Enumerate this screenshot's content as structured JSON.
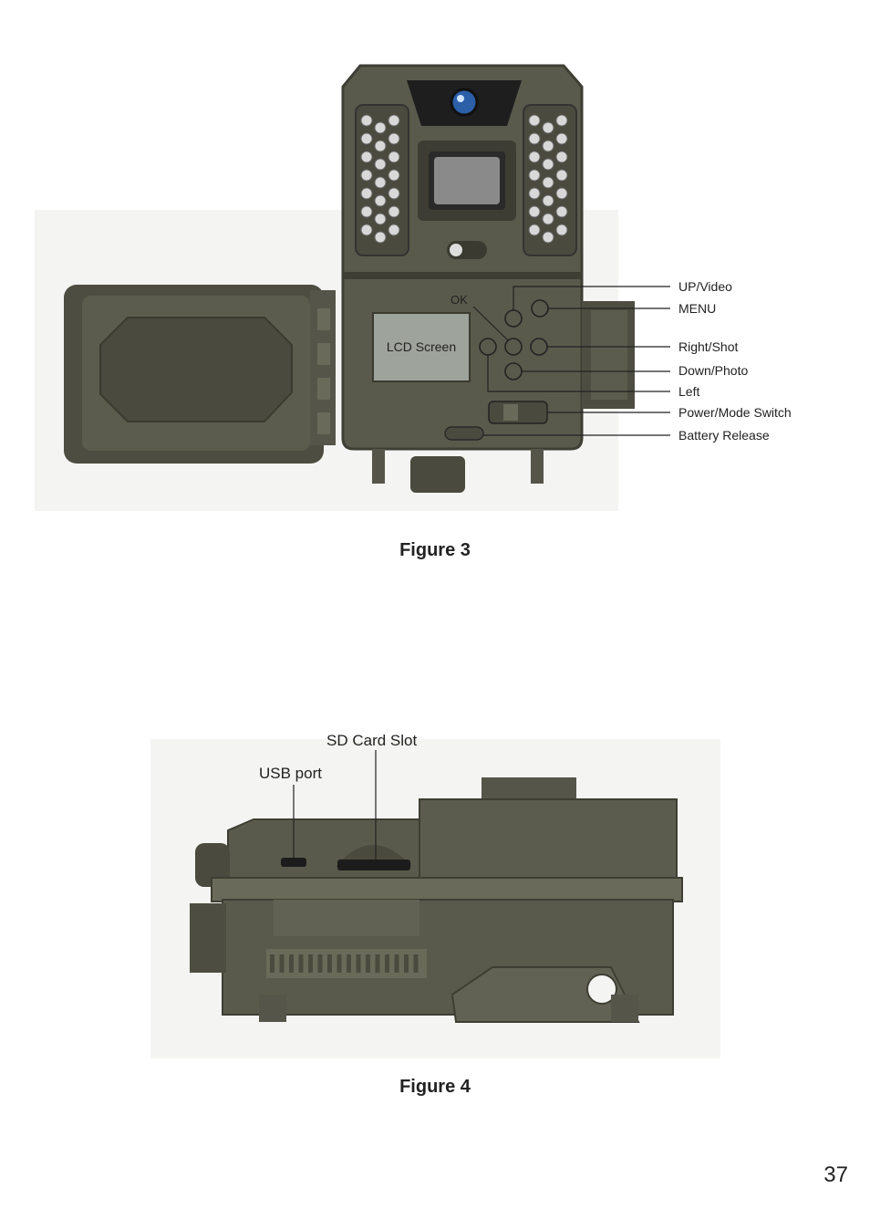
{
  "figure3": {
    "caption": "Figure 3",
    "lcd_label": "LCD Screen",
    "ok_label": "OK",
    "callouts": [
      "UP/Video",
      "MENU",
      "Right/Shot",
      "Down/Photo",
      "Left",
      "Power/Mode Switch",
      "Battery Release"
    ]
  },
  "figure4": {
    "caption": "Figure 4",
    "sd_label": "SD Card Slot",
    "usb_label": "USB port"
  },
  "page_number": "37",
  "colors": {
    "housing": "#5a5a4c",
    "housing_dark": "#3e3e34",
    "lcd": "#9ea49c",
    "text": "#222222"
  }
}
